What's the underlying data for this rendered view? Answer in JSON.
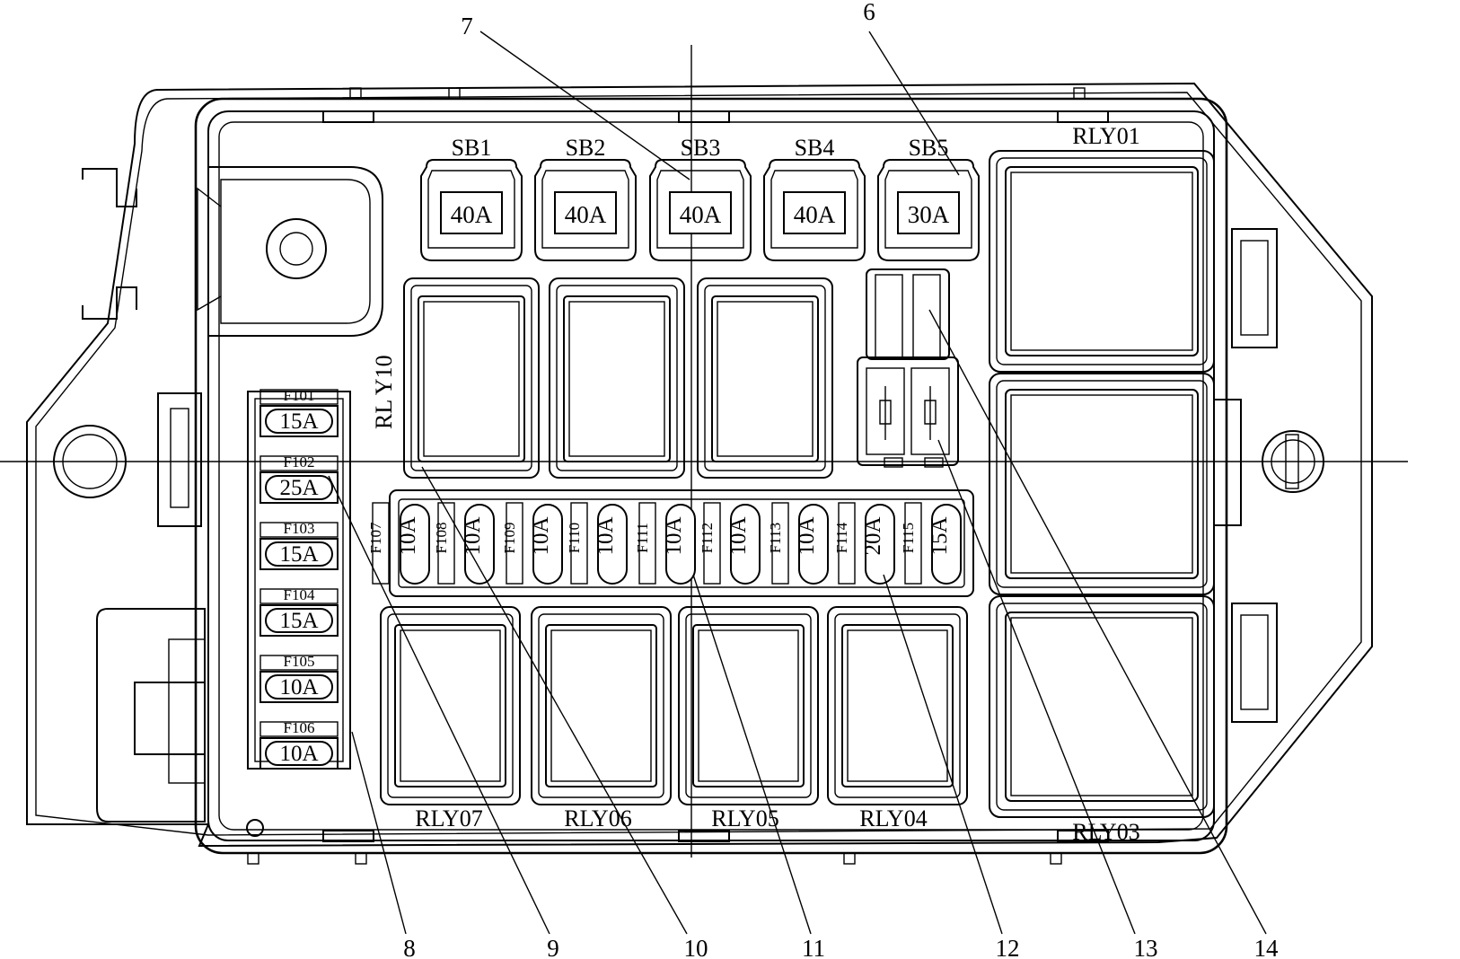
{
  "fuse_box": {
    "main_fuses": [
      {
        "label": "SB1",
        "rating": "40A"
      },
      {
        "label": "SB2",
        "rating": "40A"
      },
      {
        "label": "SB3",
        "rating": "40A"
      },
      {
        "label": "SB4",
        "rating": "40A"
      },
      {
        "label": "SB5",
        "rating": "30A"
      }
    ],
    "left_fuses": [
      {
        "label": "F101",
        "rating": "15A"
      },
      {
        "label": "F102",
        "rating": "25A"
      },
      {
        "label": "F103",
        "rating": "15A"
      },
      {
        "label": "F104",
        "rating": "15A"
      },
      {
        "label": "F105",
        "rating": "10A"
      },
      {
        "label": "F106",
        "rating": "10A"
      }
    ],
    "row_fuses": [
      {
        "label": "F107",
        "rating": "10A"
      },
      {
        "label": "F108",
        "rating": "10A"
      },
      {
        "label": "F109",
        "rating": "10A"
      },
      {
        "label": "F110",
        "rating": "10A"
      },
      {
        "label": "F111",
        "rating": "10A"
      },
      {
        "label": "F112",
        "rating": "10A"
      },
      {
        "label": "F113",
        "rating": "10A"
      },
      {
        "label": "F114",
        "rating": "20A"
      },
      {
        "label": "F115",
        "rating": "15A"
      }
    ],
    "relays": {
      "rly01": "RLY01",
      "rly03": "RLY03",
      "rly04": "RLY04",
      "rly05": "RLY05",
      "rly06": "RLY06",
      "rly07": "RLY07",
      "rly10": "RL Y10"
    },
    "callouts": [
      "6",
      "7",
      "8",
      "9",
      "10",
      "11",
      "12",
      "13",
      "14"
    ]
  }
}
